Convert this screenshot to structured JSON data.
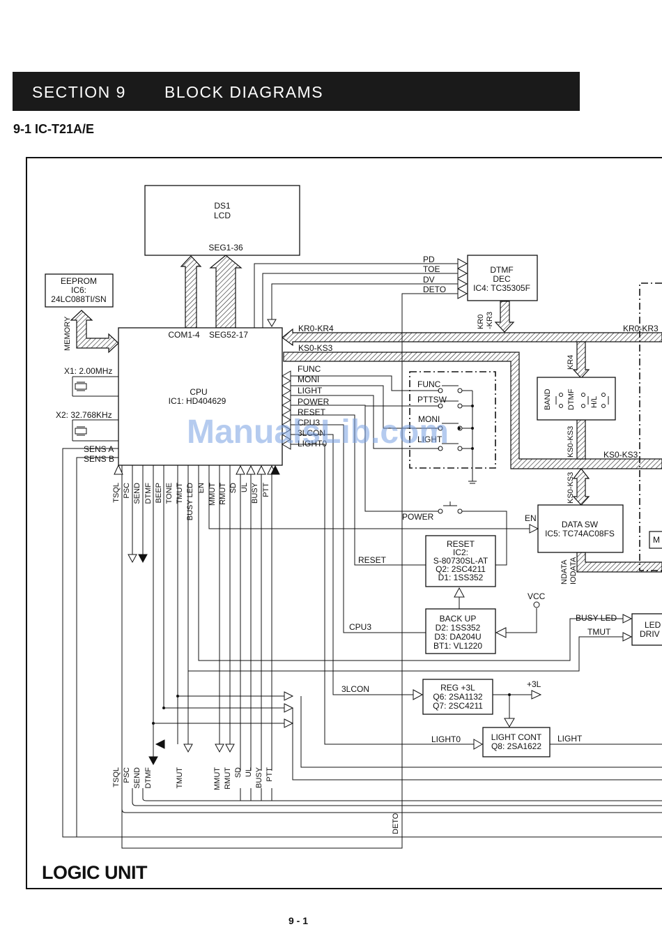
{
  "header": {
    "section": "SECTION  9",
    "title": "BLOCK DIAGRAMS"
  },
  "subheading": "9-1  IC-T21A/E",
  "page_number": "9 - 1",
  "unit_label": "LOGIC UNIT",
  "watermark": "ManualsLib.com",
  "blocks": {
    "lcd": [
      "DS1",
      "LCD",
      "SEG1-36"
    ],
    "eeprom": [
      "EEPROM",
      "IC6:",
      "24LC088TI/SN"
    ],
    "cpu": [
      "CPU",
      "IC1: HD404629"
    ],
    "cpu_ports": {
      "com": "COM1-4",
      "seg": "SEG52-17"
    },
    "dtmf_dec": [
      "DTMF",
      "DEC",
      "IC4: TC35305F"
    ],
    "data_sw": [
      "DATA SW",
      "IC5: TC74AC08FS"
    ],
    "reset": [
      "RESET",
      "IC2:",
      "S-80730SL-AT",
      "Q2: 2SC4211",
      "D1: 1SS352"
    ],
    "backup": [
      "BACK UP",
      "D2: 1SS352",
      "D3: DA204U",
      "BT1: VL1220"
    ],
    "reg": [
      "REG +3L",
      "Q6: 2SA1132",
      "Q7: 2SC4211"
    ],
    "light_cont": [
      "LIGHT CONT",
      "Q8: 2SA1622"
    ],
    "led_drive": [
      "LED",
      "DRIV"
    ],
    "partial_m": "M"
  },
  "labels": {
    "memory": "MEMORY",
    "x1": "X1: 2.00MHz",
    "x2": "X2: 32.768KHz",
    "sens_a": "SENS A",
    "sens_b": "SENS B",
    "pd": "PD",
    "toe": "TOE",
    "dv": "DV",
    "deto": "DETO",
    "kr0_kr4": "KR0-KR4",
    "ks0_ks3": "KS0-KS3",
    "kr0_kr3_right": "KR0-KR3",
    "ks0_ks3_right": "KS0-KS3",
    "kr0_vert": "KR0",
    "kr3_vert": "-KR3",
    "kr4_vert": "KR4",
    "ks0_ks3_vert": "KS0-KS3",
    "ks0_ks3_vert2": "KS0-KS3",
    "func": "FUNC",
    "moni": "MONI",
    "light": "LIGHT",
    "power": "POWER",
    "reset": "RESET",
    "cpu3": "CPU3",
    "3lcon": "3LCON",
    "light0": "LIGHT0",
    "sw_func": "FUNC",
    "sw_pttsw": "PTTSW",
    "sw_moni": "MONI",
    "sw_light": "LIGHT",
    "sw_power": "POWER",
    "sw_band": "BAND",
    "sw_dtmf": "DTMF",
    "sw_hl": "H/L",
    "en": "EN",
    "en_right": "EN",
    "ndata": "NDATA",
    "iodata": "IODATA",
    "vcc": "VCC",
    "plus3l": "+3L",
    "busy_led": "BUSY LED",
    "tmut_right": "TMUT",
    "light_out": "LIGHT",
    "reset_line": "RESET",
    "cpu3_line": "CPU3",
    "deto_vert": "DETO"
  },
  "cpu_bottom_pins": [
    "TSQL",
    "PSC",
    "SEND",
    "DTMF",
    "BEEP",
    "TONE",
    "TMUT",
    "BUSY LED",
    "EN",
    "MMUT",
    "RMUT",
    "SD",
    "UL",
    "BUSY",
    "PTT"
  ],
  "bottom_bus_labels": [
    "TSQL",
    "PSC",
    "SEND",
    "DTMF",
    "TMUT",
    "MMUT",
    "RMUT",
    "SD",
    "UL",
    "BUSY",
    "PTT"
  ]
}
